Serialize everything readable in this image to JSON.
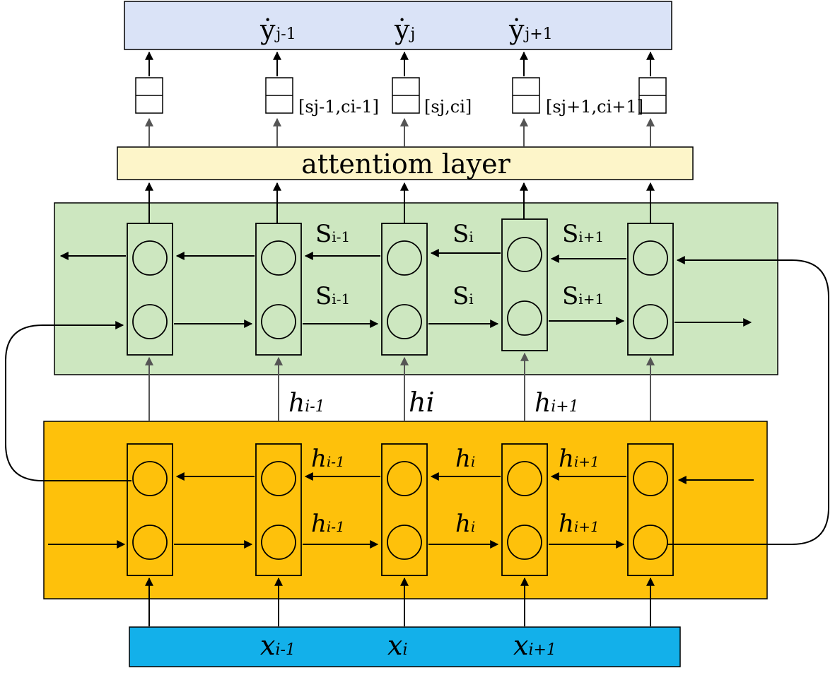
{
  "output_labels": {
    "y_prev": {
      "base": "ẏ",
      "sub": "j-1"
    },
    "y_cur": {
      "base": "ẏ",
      "sub": "j"
    },
    "y_next": {
      "base": "ẏ",
      "sub": "j+1"
    }
  },
  "context_labels": {
    "prev": "[sj-1,ci-1]",
    "cur": "[sj,ci]",
    "next": "[sj+1,ci+1]"
  },
  "attention_layer": {
    "label": "attentiom layer"
  },
  "decoder_labels": {
    "back": [
      {
        "base": "S",
        "sub": "i-1"
      },
      {
        "base": "S",
        "sub": "i"
      },
      {
        "base": "S",
        "sub": "i+1"
      }
    ],
    "fwd": [
      {
        "base": "S",
        "sub": "i-1"
      },
      {
        "base": "S",
        "sub": "i"
      },
      {
        "base": "S",
        "sub": "i+1"
      }
    ]
  },
  "hidden_labels": {
    "prev": {
      "base": "h",
      "sub": "i-1"
    },
    "cur": {
      "base": "hi",
      "sub": ""
    },
    "next": {
      "base": "h",
      "sub": "i+1"
    }
  },
  "encoder_labels": {
    "back": [
      {
        "base": "h",
        "sub": "i-1"
      },
      {
        "base": "h",
        "sub": "i"
      },
      {
        "base": "h",
        "sub": "i+1"
      }
    ],
    "fwd": [
      {
        "base": "h",
        "sub": "i-1"
      },
      {
        "base": "h",
        "sub": "i"
      },
      {
        "base": "h",
        "sub": "i+1"
      }
    ]
  },
  "input_labels": {
    "prev": {
      "base": "x",
      "sub": "i-1"
    },
    "cur": {
      "base": "x",
      "sub": "i"
    },
    "next": {
      "base": "x",
      "sub": "i+1"
    }
  },
  "colors": {
    "output_band": "#dae3f7",
    "attention_band": "#fdf5c9",
    "decoder_band": "#cde7c0",
    "encoder_band": "#fec10b",
    "input_band": "#13b0ea"
  }
}
